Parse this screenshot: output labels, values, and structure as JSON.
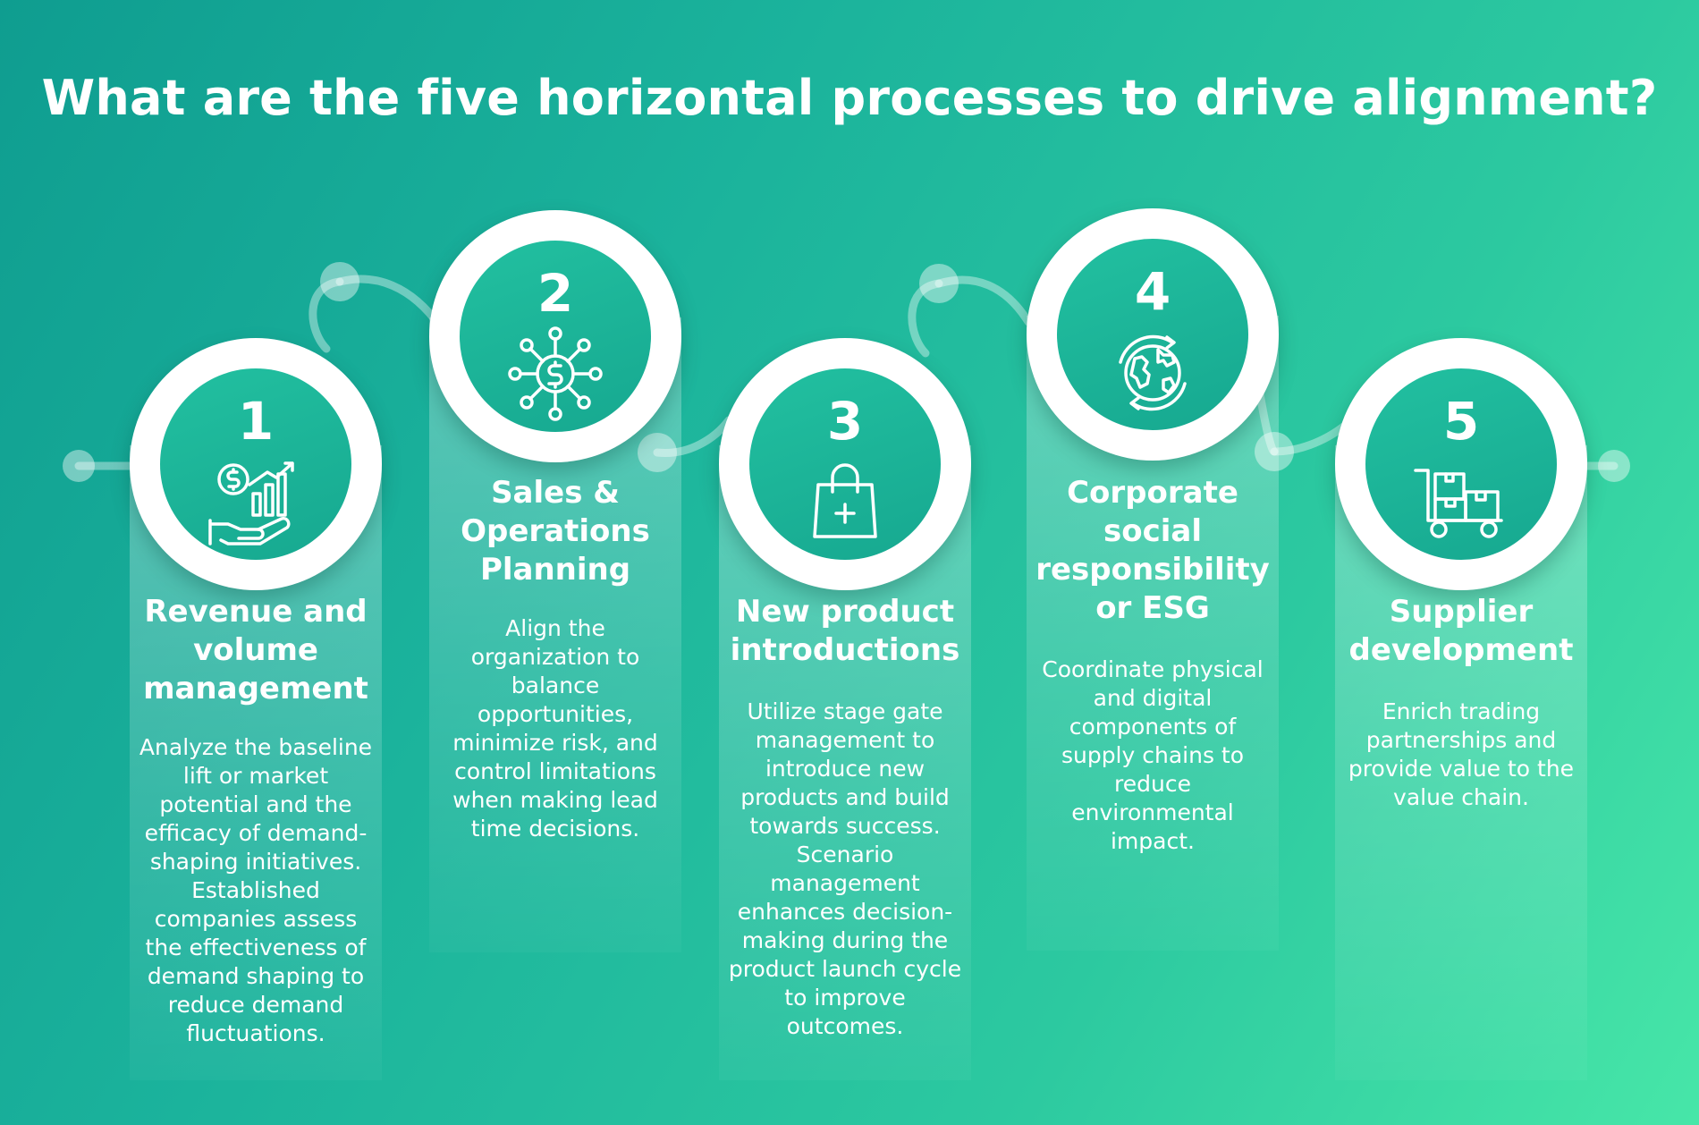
{
  "title": "What are the five horizontal processes to drive alignment?",
  "steps": [
    {
      "number": "1",
      "heading": "Revenue and volume management",
      "icon": "revenue-growth-icon",
      "description": "Analyze the baseline lift or market potential and the efficacy of demand-shaping initiatives. Established companies assess the effectiveness of demand shaping to reduce demand fluctuations."
    },
    {
      "number": "2",
      "heading": "Sales & Operations Planning",
      "icon": "dollar-network-icon",
      "description": "Align the organization to balance opportunities, minimize risk, and control limitations when making lead time decisions."
    },
    {
      "number": "3",
      "heading": "New product introductions",
      "icon": "shopping-bag-plus-icon",
      "description": "Utilize stage gate management to introduce new products and build towards success. Scenario management enhances decision-making during the product launch cycle to improve outcomes."
    },
    {
      "number": "4",
      "heading": "Corporate social responsibility or ESG",
      "icon": "globe-cycle-icon",
      "description": "Coordinate physical and digital components of supply chains to reduce environmental impact."
    },
    {
      "number": "5",
      "heading": "Supplier development",
      "icon": "hand-truck-boxes-icon",
      "description": "Enrich trading partnerships and provide value to the value chain."
    }
  ]
}
